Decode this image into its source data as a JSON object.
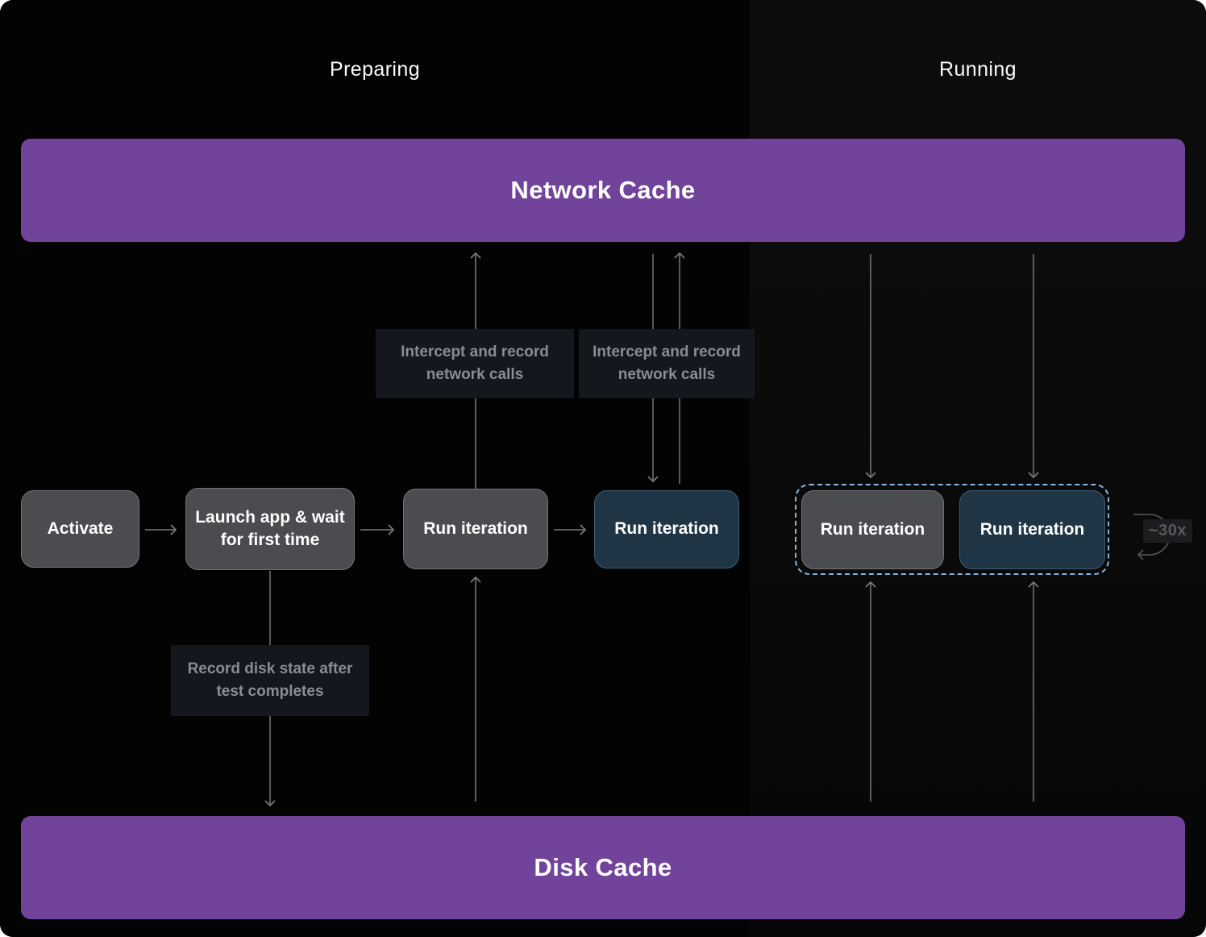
{
  "sections": {
    "preparing": "Preparing",
    "running": "Running"
  },
  "caches": {
    "network": "Network Cache",
    "disk": "Disk Cache"
  },
  "nodes": {
    "activate": "Activate",
    "launch": "Launch app & wait for first time",
    "run_prepare_record": "Run iteration",
    "run_prepare_replay": "Run iteration",
    "run_running_cold": "Run iteration",
    "run_running_warm": "Run iteration"
  },
  "annotations": {
    "intercept_first": "Intercept and record network calls",
    "intercept_second": "Intercept and record network calls",
    "record_disk": "Record disk state after test completes"
  },
  "loop": {
    "count_label": "~30x"
  },
  "colors": {
    "cache_purple": "#71439b",
    "gray_node": "#4a4c4f",
    "blue_node": "#1f3546",
    "dashed_group_border": "#84b6e6",
    "arrow_gray": "#75787b",
    "annotation_bg": "#14181e",
    "annotation_text": "#888c94"
  }
}
